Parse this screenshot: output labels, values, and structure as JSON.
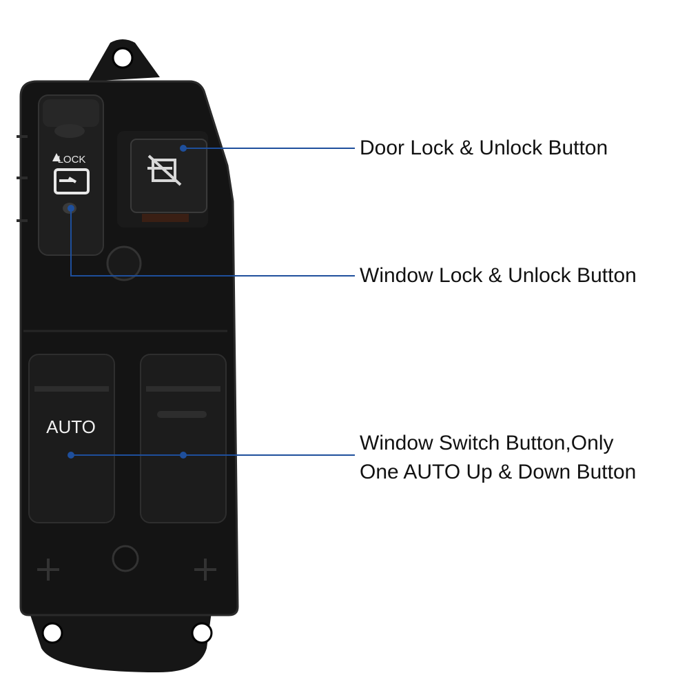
{
  "product": {
    "name": "window-master-switch",
    "lock_text": "LOCK",
    "auto_text": "AUTO"
  },
  "callouts": [
    {
      "id": "door-lock",
      "line1": "Door Lock & Unlock Button",
      "line2": ""
    },
    {
      "id": "window-lock",
      "line1": "Window Lock & Unlock Button",
      "line2": ""
    },
    {
      "id": "window-switch",
      "line1": "Window Switch Button,Only",
      "line2": "One AUTO Up & Down Button"
    }
  ],
  "colors": {
    "background": "#ffffff",
    "body": "#141414",
    "body_edge": "#2a2a2a",
    "button": "#1c1c1c",
    "leader_line": "#1e4f9c",
    "label_text": "#111111",
    "symbol": "#e8e8e8"
  }
}
